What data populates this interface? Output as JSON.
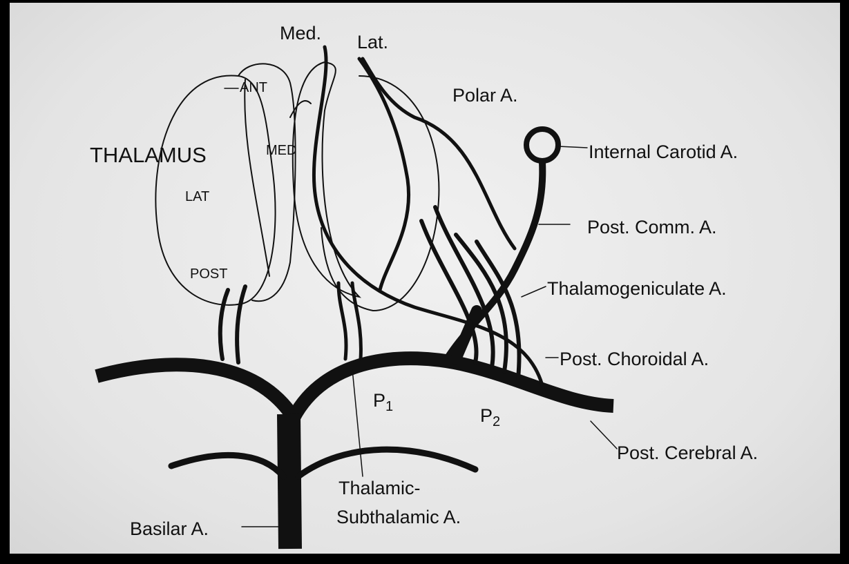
{
  "labels": {
    "med": "Med.",
    "lat": "Lat.",
    "polar": "Polar A.",
    "internal_carotid": "Internal Carotid A.",
    "post_comm": "Post. Comm. A.",
    "thalamogeniculate": "Thalamogeniculate A.",
    "post_choroidal": "Post. Choroidal A.",
    "post_cerebral": "Post. Cerebral A.",
    "thalamus": "THALAMUS",
    "ant": "ANT",
    "med_nucleus": "MED",
    "lat_nucleus": "LAT",
    "post_nucleus": "POST",
    "p1": "P",
    "p1_sub": "1",
    "p2": "P",
    "p2_sub": "2",
    "thalamic_1": "Thalamic-",
    "thalamic_2": "Subthalamic A.",
    "basilar": "Basilar A."
  },
  "colors": {
    "ink": "#111111",
    "paper": "#e8e8e8"
  }
}
